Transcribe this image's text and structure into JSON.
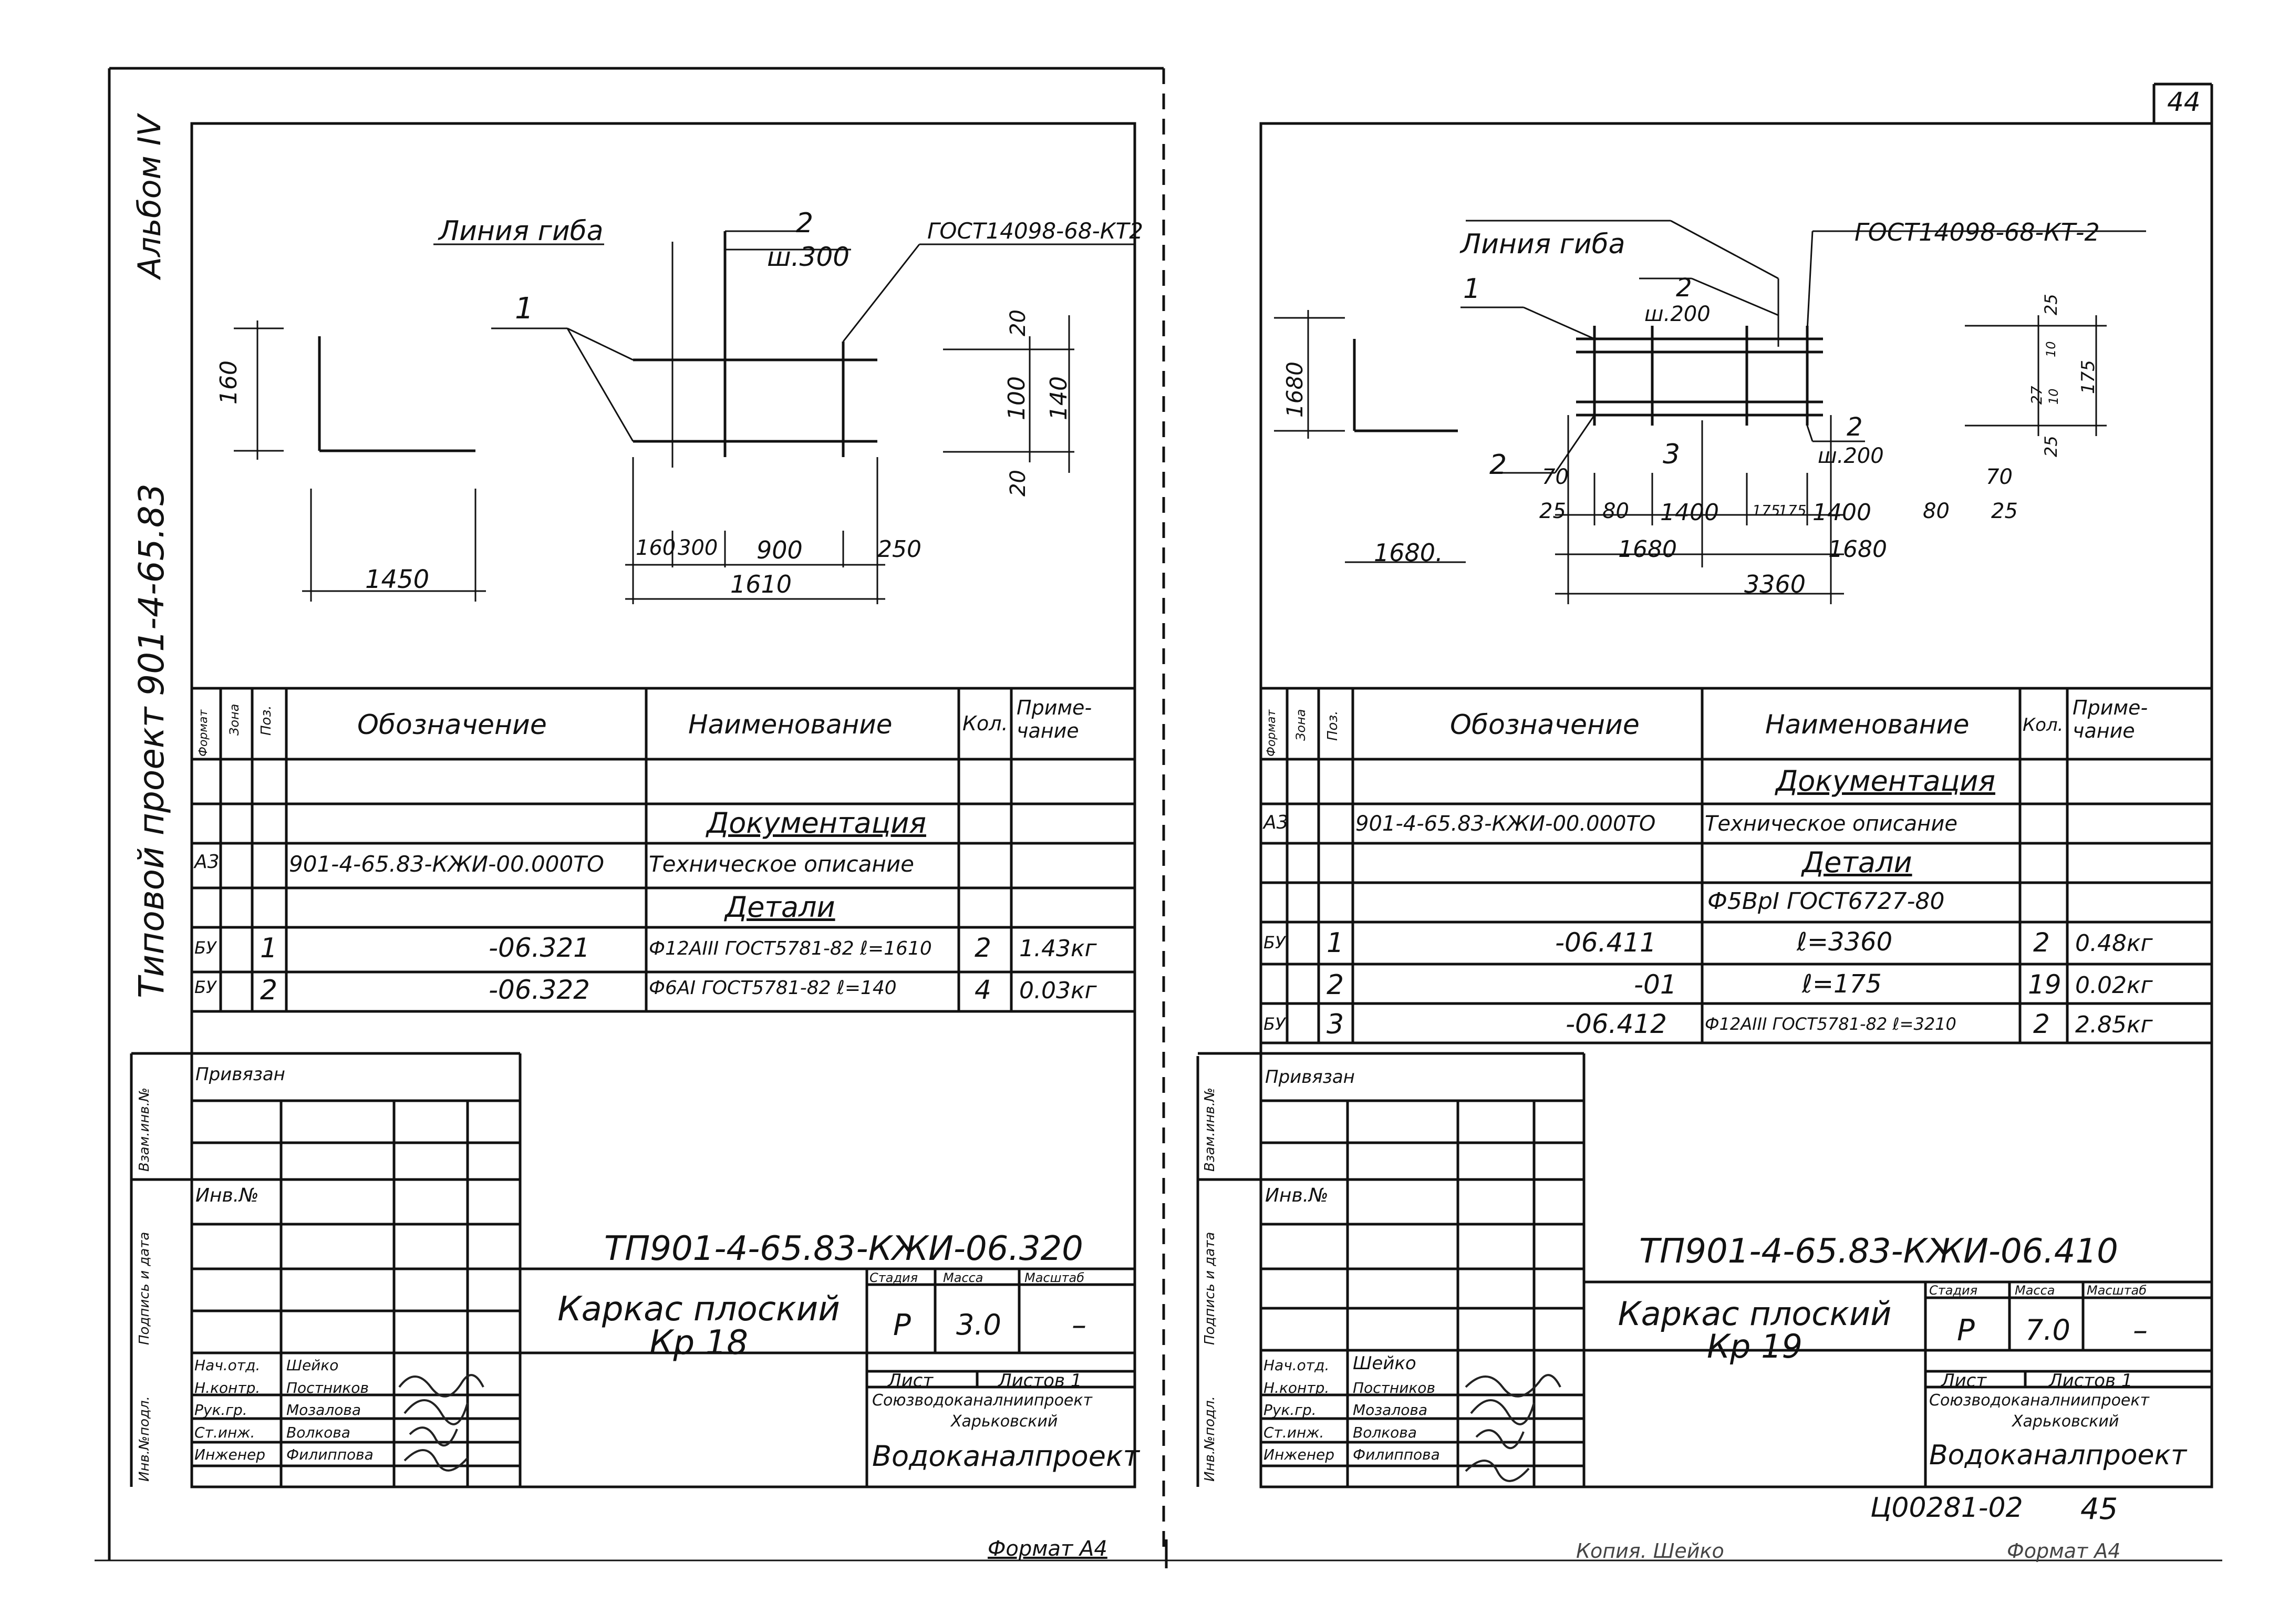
{
  "binding": {
    "left_title": "Типовой   проект 901-4-65.83",
    "left_album": "Альбом IV"
  },
  "page_number": "44",
  "left_sheet": {
    "drawing": {
      "bend_line_label": "Линия гиба",
      "pos2_label": "2",
      "pitch_label": "ш.300",
      "weld_label": "ГОСТ14098-68-КТ2",
      "pos1_label": "1",
      "dim_160": "160",
      "dim_1450": "1450",
      "dim_160b": "160",
      "dim_300": "300",
      "dim_900": "900",
      "dim_250": "250",
      "dim_1610": "1610",
      "dim_20a": "20",
      "dim_100": "100",
      "dim_140": "140",
      "dim_20b": "20"
    },
    "spec": {
      "headers": {
        "format": "Формат",
        "zone": "Зона",
        "pos": "Поз.",
        "designation": "Обозначение",
        "name": "Наименование",
        "qty": "Кол.",
        "note": "Приме-чание"
      },
      "section_doc": "Документация",
      "row_doc": {
        "format": "А3",
        "designation": "901-4-65.83-КЖИ-00.000ТО",
        "name": "Техническое описание"
      },
      "section_parts": "Детали",
      "rows": [
        {
          "format": "БУ",
          "pos": "1",
          "designation": "-06.321",
          "name": "Ф12АIII ГОСТ5781-82 ℓ=1610",
          "qty": "2",
          "note": "1.43кг"
        },
        {
          "format": "БУ",
          "pos": "2",
          "designation": "-06.322",
          "name": "Ф6АI ГОСТ5781-82 ℓ=140",
          "qty": "4",
          "note": "0.03кг"
        }
      ]
    },
    "stamp": {
      "linked": "Привязан",
      "inv": "Инв.№",
      "side_labels": [
        "Инв.№подл.",
        "Подпись и дата",
        "Взам.инв.№"
      ],
      "code": "ТП901-4-65.83-КЖИ-06.320",
      "title": "Каркас плоский Кр 18",
      "stage_h": "Стадия",
      "mass_h": "Масса",
      "scale_h": "Масштаб",
      "stage": "Р",
      "mass": "3.0",
      "scale": "–",
      "sheet_h": "Лист",
      "sheets_h": "Листов 1",
      "org1": "Союзводоканалниипроект",
      "org2": "Харьковский",
      "org3": "Водоканалпроект",
      "people": [
        {
          "role": "Нач.отд.",
          "name": "Шейко"
        },
        {
          "role": "Н.контр.",
          "name": "Постников"
        },
        {
          "role": "Рук.гр.",
          "name": "Мозалова"
        },
        {
          "role": "Ст.инж.",
          "name": "Волкова"
        },
        {
          "role": "Инженер",
          "name": "Филиппова"
        }
      ]
    },
    "format_label": "Формат А4"
  },
  "right_sheet": {
    "drawing": {
      "bend_line_label": "Линия гиба",
      "weld_label": "ГОСТ14098-68-КТ-2",
      "pos1_label": "1",
      "pos2_label": "2",
      "pitch_200a": "ш.200",
      "pos2b_label": "2",
      "pitch_200b": "ш.200",
      "pos2c_label": "2",
      "pos3_label": "3",
      "dim_1680v": "1680",
      "dim_1680h": "1680.",
      "dims_row1": [
        "70",
        "70"
      ],
      "dims_row2": [
        "25",
        "80",
        "1400",
        "175",
        "175",
        "1400",
        "80",
        "25"
      ],
      "dims_row3": [
        "1680",
        "1680"
      ],
      "dim_3360": "3360",
      "dims_v": [
        "25",
        "10",
        "27",
        "10",
        "175",
        "25"
      ]
    },
    "spec": {
      "headers": {
        "format": "Формат",
        "zone": "Зона",
        "pos": "Поз.",
        "designation": "Обозначение",
        "name": "Наименование",
        "qty": "Кол.",
        "note": "Приме-чание"
      },
      "section_doc": "Документация",
      "row_doc": {
        "format": "А3",
        "designation": "901-4-65.83-КЖИ-00.000ТО",
        "name": "Техническое описание"
      },
      "section_parts": "Детали",
      "material": "Ф5ВрI ГОСТ6727-80",
      "rows": [
        {
          "format": "БУ",
          "pos": "1",
          "designation": "-06.411",
          "name": "ℓ=3360",
          "qty": "2",
          "note": "0.48кг"
        },
        {
          "format": "",
          "pos": "2",
          "designation": "-01",
          "name": "ℓ=175",
          "qty": "19",
          "note": "0.02кг"
        },
        {
          "format": "БУ",
          "pos": "3",
          "designation": "-06.412",
          "name": "Ф12АIII ГОСТ5781-82 ℓ=3210",
          "qty": "2",
          "note": "2.85кг"
        }
      ]
    },
    "stamp": {
      "linked": "Привязан",
      "inv": "Инв.№",
      "side_labels": [
        "Инв.№подл.",
        "Подпись и дата",
        "Взам.инв.№"
      ],
      "code": "ТП901-4-65.83-КЖИ-06.410",
      "title": "Каркас плоский Кр 19",
      "stage_h": "Стадия",
      "mass_h": "Масса",
      "scale_h": "Масштаб",
      "stage": "Р",
      "mass": "7.0",
      "scale": "–",
      "sheet_h": "Лист",
      "sheets_h": "Листов 1",
      "org1": "Союзводоканалниипроект",
      "org2": "Харьковский",
      "org3": "Водоканалпроект",
      "people": [
        {
          "role": "Нач.отд.",
          "name": "Шейко"
        },
        {
          "role": "Н.контр.",
          "name": "Постников"
        },
        {
          "role": "Рук.гр.",
          "name": "Мозалова"
        },
        {
          "role": "Ст.инж.",
          "name": "Волкова"
        },
        {
          "role": "Инженер",
          "name": "Филиппова"
        }
      ]
    },
    "archive_no": "Ц00281-02",
    "page_no": "45",
    "copy_label": "Копия. Шейко",
    "format_label": "Формат А4"
  }
}
